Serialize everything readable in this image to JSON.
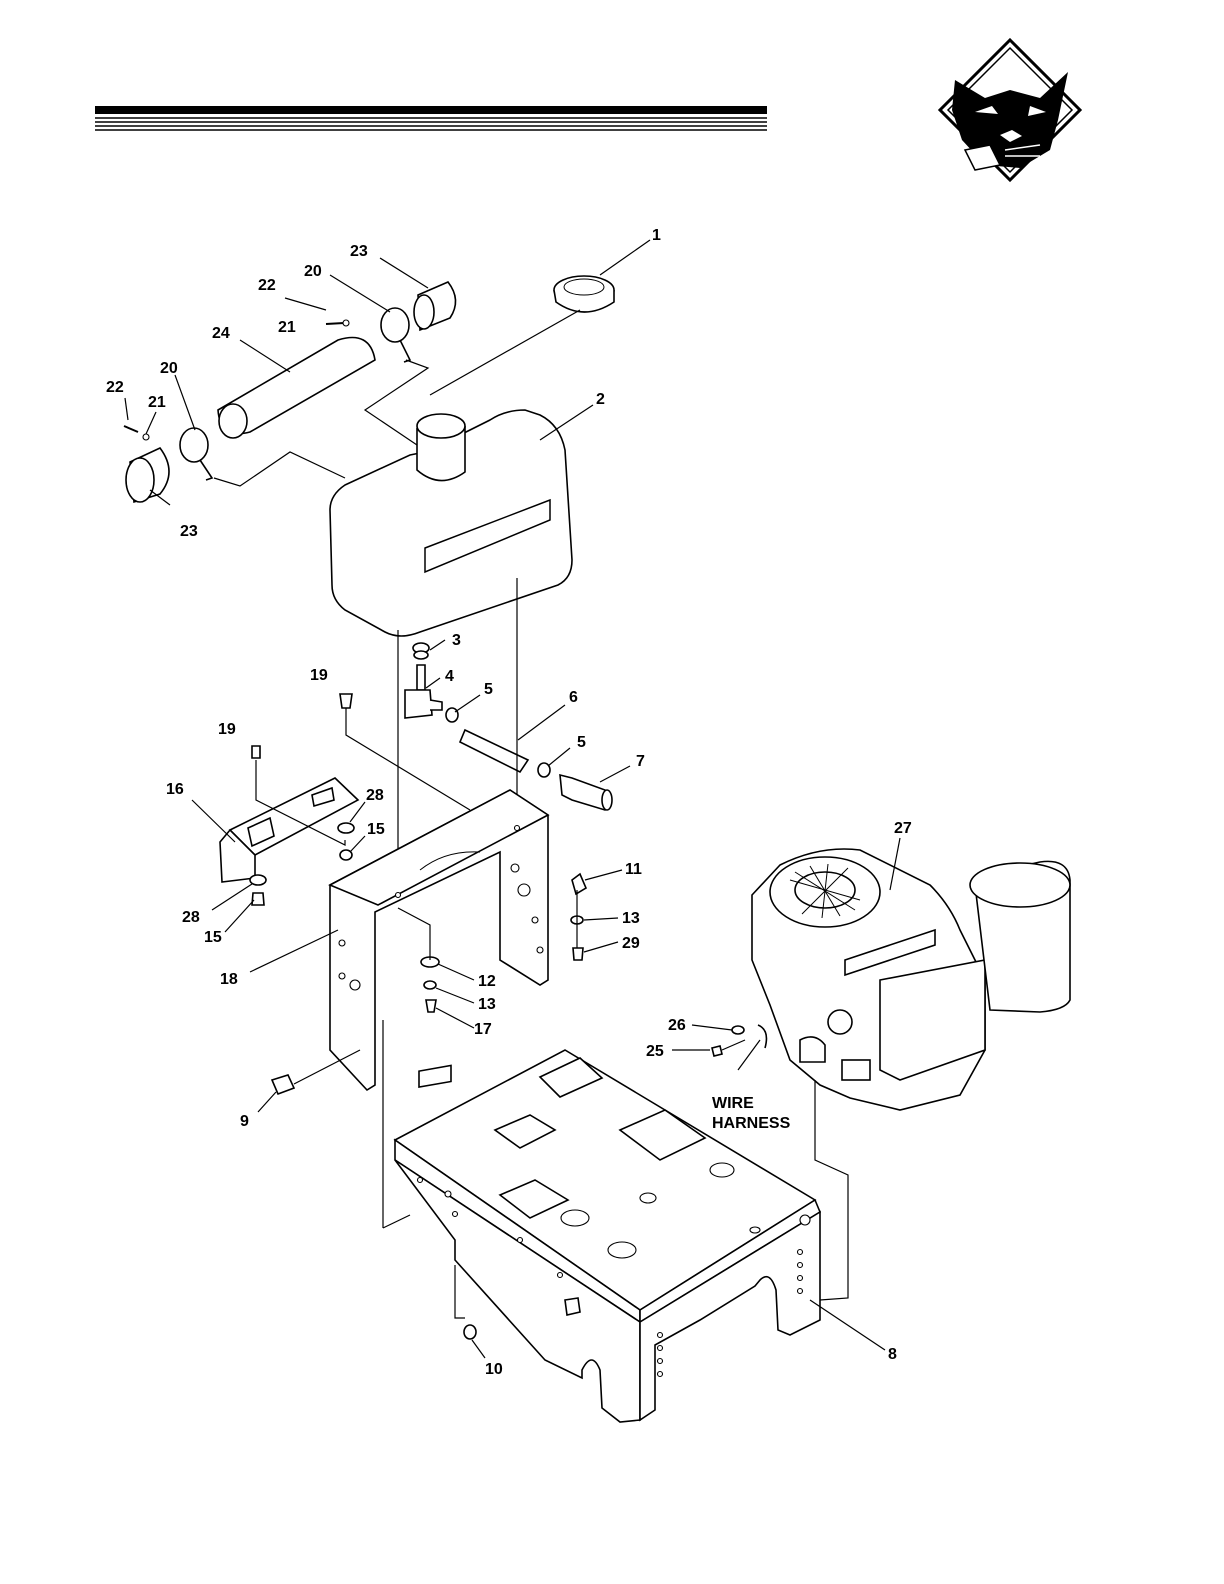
{
  "wire_harness_label": [
    "WIRE",
    "HARNESS"
  ],
  "callouts": [
    {
      "id": "c1",
      "text": "1"
    },
    {
      "id": "c2",
      "text": "2"
    },
    {
      "id": "c3",
      "text": "3"
    },
    {
      "id": "c4",
      "text": "4"
    },
    {
      "id": "c5a",
      "text": "5"
    },
    {
      "id": "c5b",
      "text": "5"
    },
    {
      "id": "c6",
      "text": "6"
    },
    {
      "id": "c7",
      "text": "7"
    },
    {
      "id": "c8",
      "text": "8"
    },
    {
      "id": "c9",
      "text": "9"
    },
    {
      "id": "c10",
      "text": "10"
    },
    {
      "id": "c11",
      "text": "11"
    },
    {
      "id": "c12",
      "text": "12"
    },
    {
      "id": "c13a",
      "text": "13"
    },
    {
      "id": "c13b",
      "text": "13"
    },
    {
      "id": "c15a",
      "text": "15"
    },
    {
      "id": "c15b",
      "text": "15"
    },
    {
      "id": "c16",
      "text": "16"
    },
    {
      "id": "c17",
      "text": "17"
    },
    {
      "id": "c18",
      "text": "18"
    },
    {
      "id": "c19a",
      "text": "19"
    },
    {
      "id": "c19b",
      "text": "19"
    },
    {
      "id": "c20a",
      "text": "20"
    },
    {
      "id": "c20b",
      "text": "20"
    },
    {
      "id": "c21a",
      "text": "21"
    },
    {
      "id": "c21b",
      "text": "21"
    },
    {
      "id": "c22a",
      "text": "22"
    },
    {
      "id": "c22b",
      "text": "22"
    },
    {
      "id": "c23a",
      "text": "23"
    },
    {
      "id": "c23b",
      "text": "23"
    },
    {
      "id": "c24",
      "text": "24"
    },
    {
      "id": "c25",
      "text": "25"
    },
    {
      "id": "c26",
      "text": "26"
    },
    {
      "id": "c27",
      "text": "27"
    },
    {
      "id": "c28a",
      "text": "28"
    },
    {
      "id": "c28b",
      "text": "28"
    },
    {
      "id": "c29",
      "text": "29"
    }
  ],
  "colors": {
    "ink": "#000000",
    "paper": "#ffffff"
  },
  "icons": {
    "logo": "wildcat-head-logo"
  }
}
